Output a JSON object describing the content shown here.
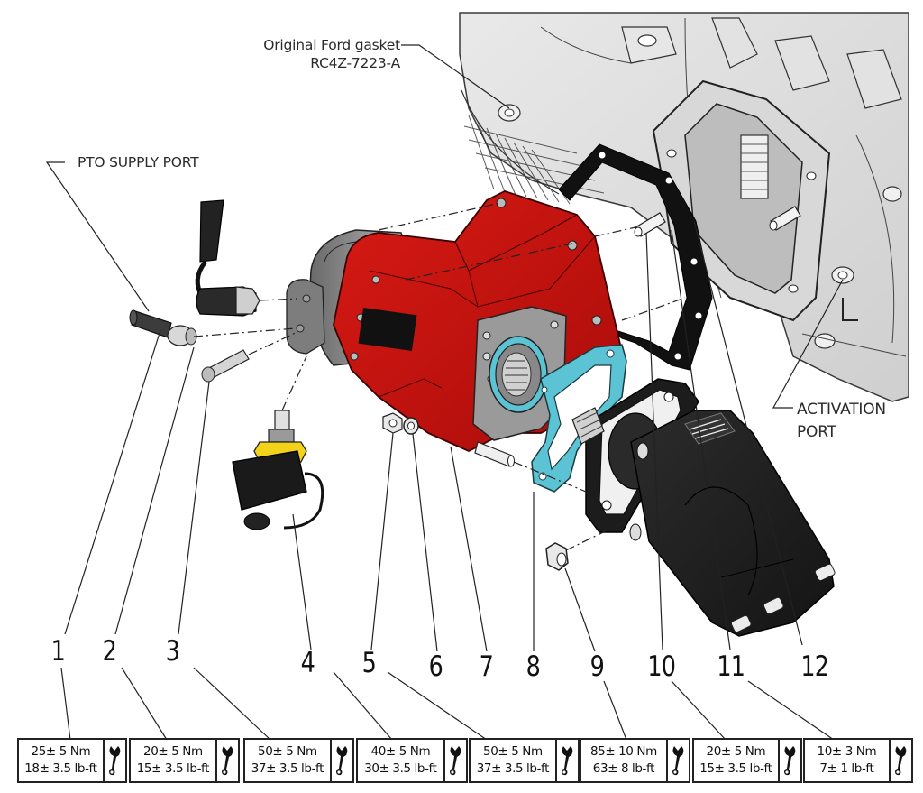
{
  "diagram": {
    "type": "exploded-assembly",
    "subject": "PTO and hydraulic pump mounting to Ford transmission",
    "callouts": {
      "gasket_label_line1": "Original Ford gasket",
      "gasket_label_line2": "RC4Z-7223-A",
      "pto_supply_port": "PTO SUPPLY PORT",
      "activation_port_line1": "ACTIVATION",
      "activation_port_line2": "PORT"
    },
    "part_numbers": [
      "1",
      "2",
      "3",
      "4",
      "5",
      "6",
      "7",
      "8",
      "9",
      "10",
      "11",
      "12"
    ],
    "torque_specs": [
      {
        "metric": "25± 5 Nm",
        "imperial": "18± 3.5 lb-ft",
        "icon": "wrench-icon",
        "for_part": "1"
      },
      {
        "metric": "20± 5 Nm",
        "imperial": "15± 3.5 lb-ft",
        "icon": "wrench-icon",
        "for_part": "2"
      },
      {
        "metric": "50± 5 Nm",
        "imperial": "37± 3.5 lb-ft",
        "icon": "wrench-icon",
        "for_part": "3"
      },
      {
        "metric": "40± 5 Nm",
        "imperial": "30± 3.5 lb-ft",
        "icon": "wrench-icon",
        "for_part": "4"
      },
      {
        "metric": "50± 5 Nm",
        "imperial": "37± 3.5 lb-ft",
        "icon": "wrench-icon",
        "for_part": "5"
      },
      {
        "metric": "85± 10 Nm",
        "imperial": "63± 8 lb-ft",
        "icon": "wrench-icon",
        "for_part": "9"
      },
      {
        "metric": "20± 5 Nm",
        "imperial": "15± 3.5 lb-ft",
        "icon": "wrench-icon",
        "for_part": "10"
      },
      {
        "metric": "10± 3 Nm",
        "imperial": "7± 1 lb-ft",
        "icon": "wrench-icon",
        "for_part": "11"
      }
    ],
    "colors": {
      "pto_housing": "#c8100f",
      "pto_housing_shadow": "#8e0807",
      "pump_body": "#1e1e1e",
      "transmission": "#dcdcdc",
      "transmission_line": "#3a3a3a",
      "pto_gasket": "#5bc3d3",
      "ford_gasket": "#111111",
      "solenoid_nut": "#f3d21a",
      "line": "#222222"
    }
  }
}
